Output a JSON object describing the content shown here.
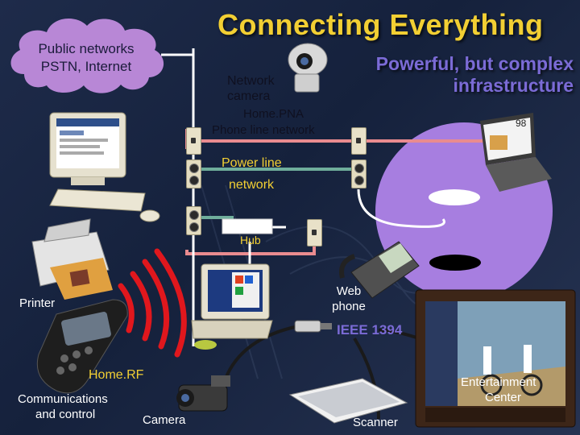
{
  "title": "Connecting Everything",
  "subtitle": "Powerful, but complex infrastructure",
  "cloud": {
    "line1": "Public networks",
    "line2": "PSTN, Internet"
  },
  "labels": {
    "network_camera": "Network camera",
    "homepna": "Home.PNA",
    "phone_line_network": "Phone line network",
    "power_line": "Power line",
    "network": "network",
    "hub": "Hub",
    "web_phone": "Web phone",
    "printer": "Printer",
    "ieee1394": "IEEE 1394",
    "homerf": "Home.RF",
    "communications": "Communications",
    "and_control": "and control",
    "camera": "Camera",
    "scanner": "Scanner",
    "entertainment": "Entertainment",
    "center": "Center",
    "laptop_screen_text": "98"
  },
  "colors": {
    "title": "#f2cf33",
    "subtitle": "#7b6bd6",
    "phone_line": "#e98b8f",
    "power_line": "#6fae9b",
    "cable_white": "#ffffff",
    "homerf_waves": "#e0171d",
    "cloud": "#b887d6",
    "purple_circle": "#a77ee0"
  },
  "icons": [
    "cloud-icon",
    "network-camera-icon",
    "desktop-computer-icon",
    "laptop-icon",
    "printer-icon",
    "web-phone-icon",
    "remote-control-icon",
    "video-camera-icon",
    "scanner-icon",
    "television-icon",
    "hub-icon",
    "wall-outlet-icon",
    "power-outlet-icon",
    "mouse-icon",
    "keyboard-icon",
    "firewire-cable-icon"
  ]
}
